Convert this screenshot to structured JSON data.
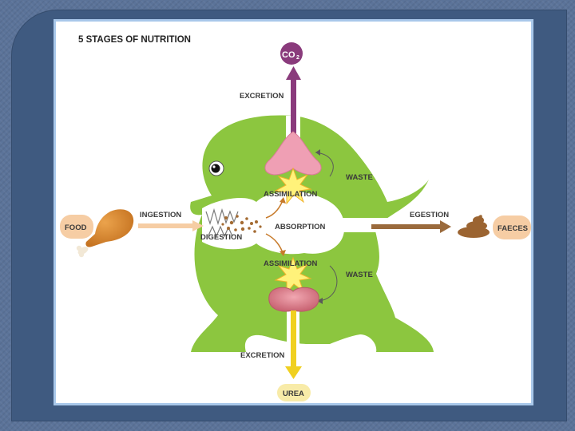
{
  "title": "5 STAGES OF NUTRITION",
  "labels": {
    "co2_main": "CO",
    "co2_sub": "2",
    "excretion_top": "EXCRETION",
    "waste_top": "WASTE",
    "assimilation_top": "ASSIMILATION",
    "ingestion": "INGESTION",
    "food": "FOOD",
    "digestion": "DIGESTION",
    "absorption": "ABSORPTION",
    "egestion": "EGESTION",
    "faeces": "FAECES",
    "assimilation_bottom": "ASSIMILATION",
    "waste_bottom": "WASTE",
    "excretion_bottom": "EXCRETION",
    "urea": "UREA"
  },
  "colors": {
    "body": "#8cc63f",
    "co2_arrow": "#8a3b7c",
    "urea_arrow": "#f0d020",
    "egestion_arrow": "#9a6a3c",
    "ingestion_arrow": "#f6cda4",
    "lung": "#ef9fb4",
    "kidney": "#d67a87",
    "star": "#fff27a"
  }
}
